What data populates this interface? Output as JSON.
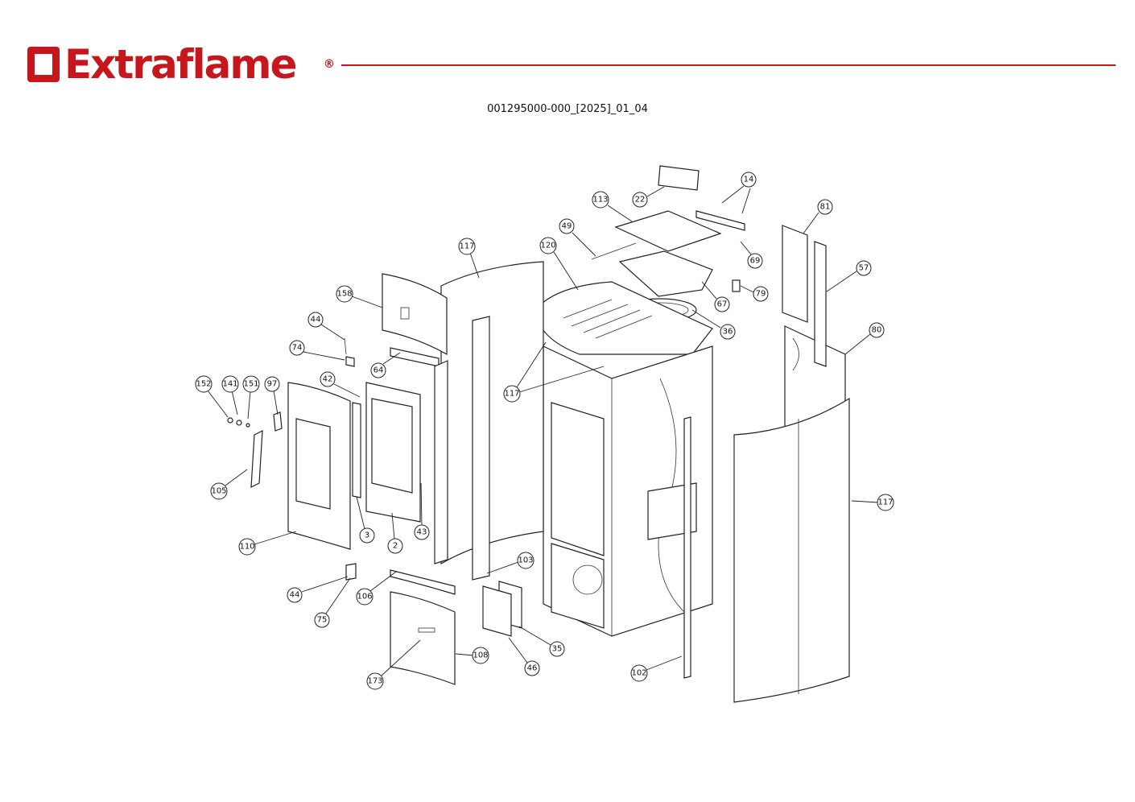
{
  "header": {
    "brand": "Extraflame",
    "registered_mark": "®",
    "document_code": "001295000-000_[2025]_01_04",
    "brand_color": "#c8161d"
  },
  "callouts": [
    "22",
    "14",
    "113",
    "49",
    "81",
    "117",
    "120",
    "69",
    "79",
    "57",
    "67",
    "158",
    "36",
    "80",
    "44",
    "74",
    "64",
    "117",
    "42",
    "152",
    "141",
    "151",
    "97",
    "105",
    "117",
    "43",
    "3",
    "2",
    "110",
    "103",
    "44",
    "106",
    "75",
    "35",
    "108",
    "46",
    "102",
    "173"
  ]
}
